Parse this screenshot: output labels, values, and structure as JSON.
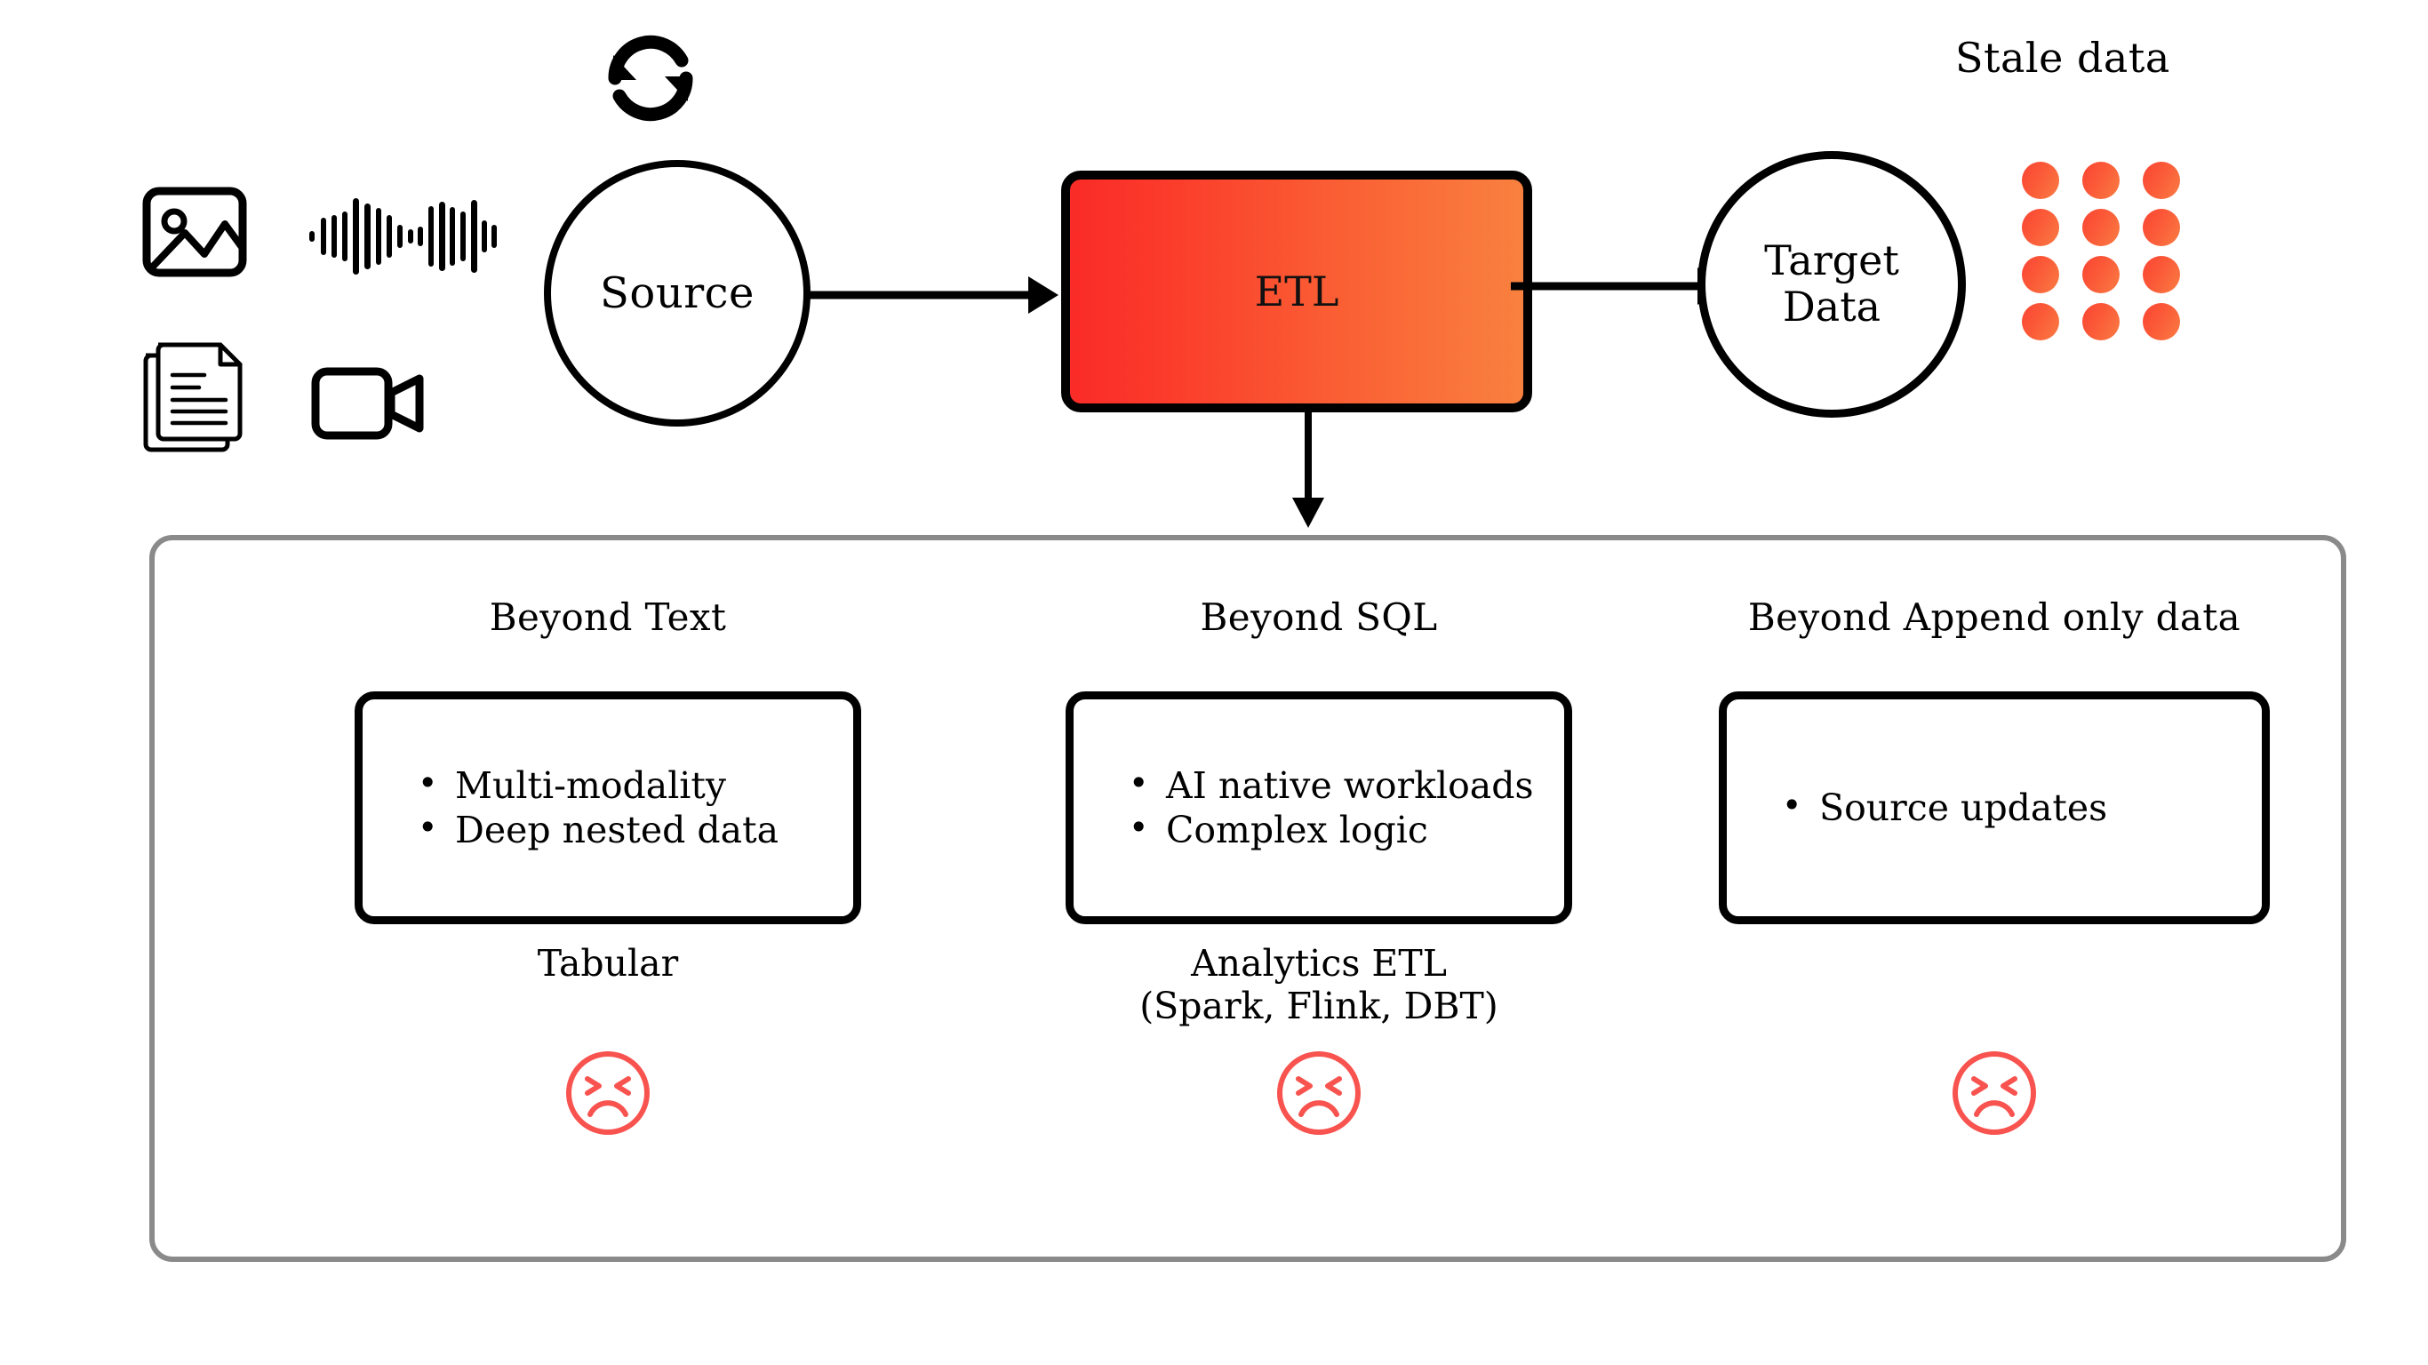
{
  "flow": {
    "media_icons": [
      {
        "name": "image-icon",
        "label": "image"
      },
      {
        "name": "audio-waveform-icon",
        "label": "audio"
      },
      {
        "name": "document-icon",
        "label": "document"
      },
      {
        "name": "video-camera-icon",
        "label": "video"
      }
    ],
    "refresh_icon": "refresh-sync-icon",
    "source_label": "Source",
    "etl_label": "ETL",
    "target_label": "Target\nData",
    "target_line1": "Target",
    "target_line2": "Data",
    "stale_label": "Stale data",
    "stale_dots": {
      "columns": 3,
      "rows": 4,
      "count": 12
    }
  },
  "colors": {
    "etl_gradient_start": "#FA2B28",
    "etl_gradient_end": "#F9813F",
    "dot_gradient_start": "#FA4433",
    "dot_gradient_end": "#F97C43",
    "sad_face": "#F8534F",
    "panel_border": "#8A8A8A",
    "box_border": "#000000"
  },
  "panel": {
    "columns": [
      {
        "title": "Beyond Text",
        "bullets": [
          "Multi-modality",
          "Deep nested data"
        ],
        "caption": "Tabular",
        "status_icon": "sad-face-icon"
      },
      {
        "title": "Beyond SQL",
        "bullets": [
          "AI native workloads",
          "Complex logic"
        ],
        "caption": "Analytics ETL\n(Spark, Flink, DBT)",
        "status_icon": "sad-face-icon"
      },
      {
        "title": "Beyond Append only data",
        "bullets": [
          "Source updates"
        ],
        "caption": "",
        "status_icon": "sad-face-icon"
      }
    ]
  }
}
